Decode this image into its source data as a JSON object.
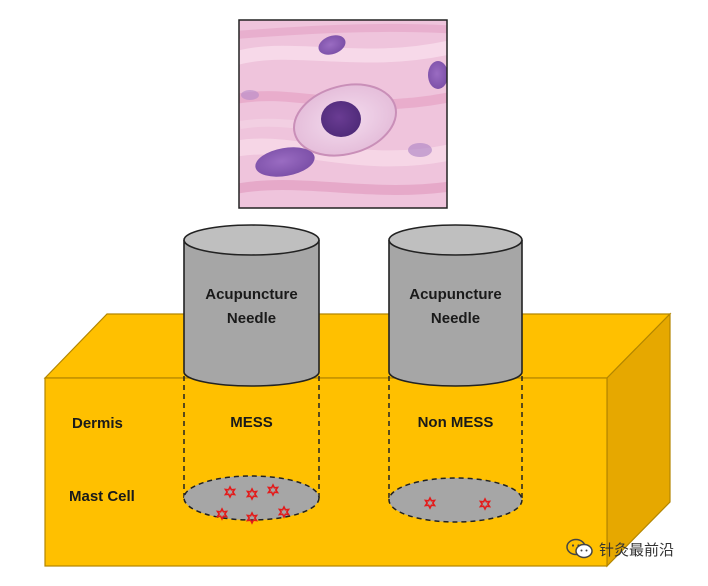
{
  "labels": {
    "dermis": "Dermis",
    "mast_cell": "Mast Cell",
    "needle_left": [
      "Acupuncture",
      "Needle"
    ],
    "needle_right": [
      "Acupuncture",
      "Needle"
    ],
    "mess": "MESS",
    "non_mess": "Non MESS"
  },
  "watermark": {
    "text": "针灸最前沿",
    "icon": "wechat-icon"
  },
  "colors": {
    "tissue_front": "#FFC000",
    "tissue_top": "#FFC000",
    "tissue_side": "#E6A800",
    "needle_body": "#A6A6A6",
    "needle_top": "#BFBFBF",
    "cell_area": "#A6A6A6",
    "mast_cell": "#E31B1B"
  }
}
